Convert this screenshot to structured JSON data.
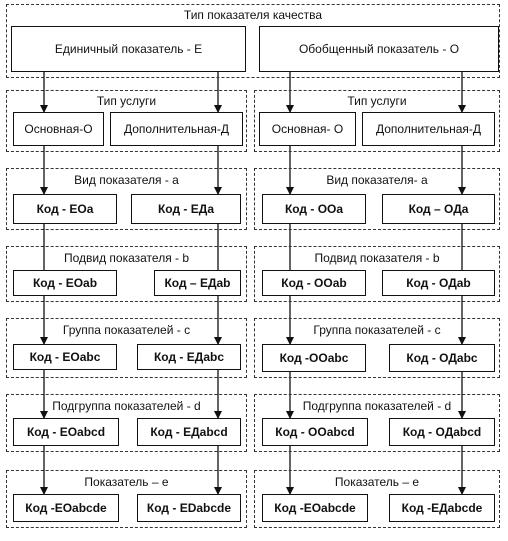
{
  "top": {
    "title": "Тип показателя качества",
    "single": "Единичный показатель - Е",
    "general": "Обобщенный показатель - О"
  },
  "service": {
    "left_title": "Тип услуги",
    "right_title": "Тип услуги",
    "left_main": "Основная-О",
    "left_extra": "Дополнительная-Д",
    "right_main": "Основная- О",
    "right_extra": "Дополнительная-Д"
  },
  "kind": {
    "left_title": "Вид показателя - а",
    "right_title": "Вид показателя- а",
    "c1": "Код - ЕОа",
    "c2": "Код - ЕДа",
    "c3": "Код - ООа",
    "c4": "Код – ОДа"
  },
  "subkind": {
    "left_title": "Подвид показателя - b",
    "right_title": "Подвид показателя - b",
    "c1": "Код - ЕОаb",
    "c2": "Код – ЕДаb",
    "c3": "Код - ООаb",
    "c4": "Код - ОДаb"
  },
  "group": {
    "left_title": "Группа показателей - с",
    "right_title": "Группа показателей - с",
    "c1": "Код - ЕОаbс",
    "c2": "Код - ЕДаbс",
    "c3": "Код -ООаbс",
    "c4": "Код - ОДаbс"
  },
  "subgroup": {
    "left_title": "Подгруппа показателей - d",
    "right_title": "Подгруппа показателей - d",
    "c1": "Код - ЕОаbcd",
    "c2": "Код - ЕДаbcd",
    "c3": "Код - ООаbcd",
    "c4": "Код - ОДаbcd"
  },
  "indicator": {
    "left_title": "Показатель – е",
    "right_title": "Показатель – е",
    "c1": "Код -ЕОаbcde",
    "c2": "Код - ЕDаbcde",
    "c3": "Код -ЕОаbcde",
    "c4": "Код -ЕДаbcde"
  }
}
